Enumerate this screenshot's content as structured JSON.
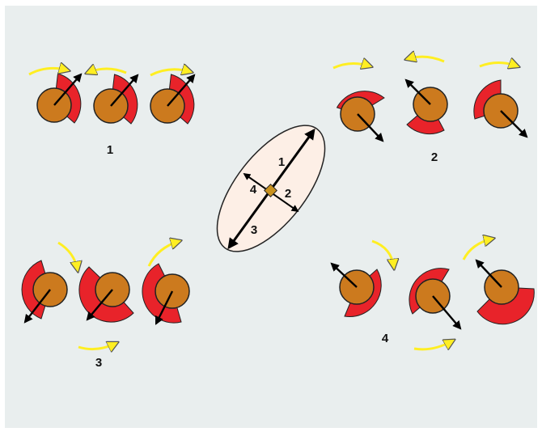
{
  "colors": {
    "background": "#e9eeee",
    "sector": "#e8232a",
    "ball": "#cc7a1e",
    "ellipse_fill": "#fdefe6",
    "arrow": "#ffee22",
    "center_marker": "#c8911e"
  },
  "group_labels": [
    "1",
    "2",
    "3",
    "4"
  ],
  "ellipse_labels": [
    "1",
    "4",
    "2",
    "3"
  ]
}
